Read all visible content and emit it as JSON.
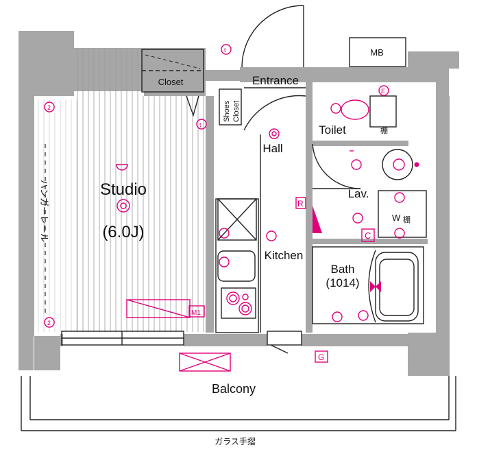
{
  "rooms": {
    "studio": "Studio",
    "studio_size": "(6.0J)",
    "closet": "Closet",
    "shoes_closet_line1": "Shoes",
    "shoes_closet_line2": "Closet",
    "entrance": "Entrance",
    "hall": "Hall",
    "toilet": "Toilet",
    "lav": "Lav.",
    "kitchen": "Kitchen",
    "bath": "Bath",
    "bath_size": "(1014)",
    "balcony": "Balcony",
    "mb": "MB",
    "hanger_rail": "ハンガーレール",
    "glass_railing": "ガラス手摺"
  },
  "markers": {
    "t": "t",
    "two": "2",
    "m1": "M1",
    "r": "R",
    "c": "C",
    "g": "G",
    "w": "W",
    "shelf": "棚",
    "e": "E"
  },
  "colors": {
    "wall": "#a7a7a7",
    "equipment": "#e0007a",
    "line": "#222222"
  }
}
